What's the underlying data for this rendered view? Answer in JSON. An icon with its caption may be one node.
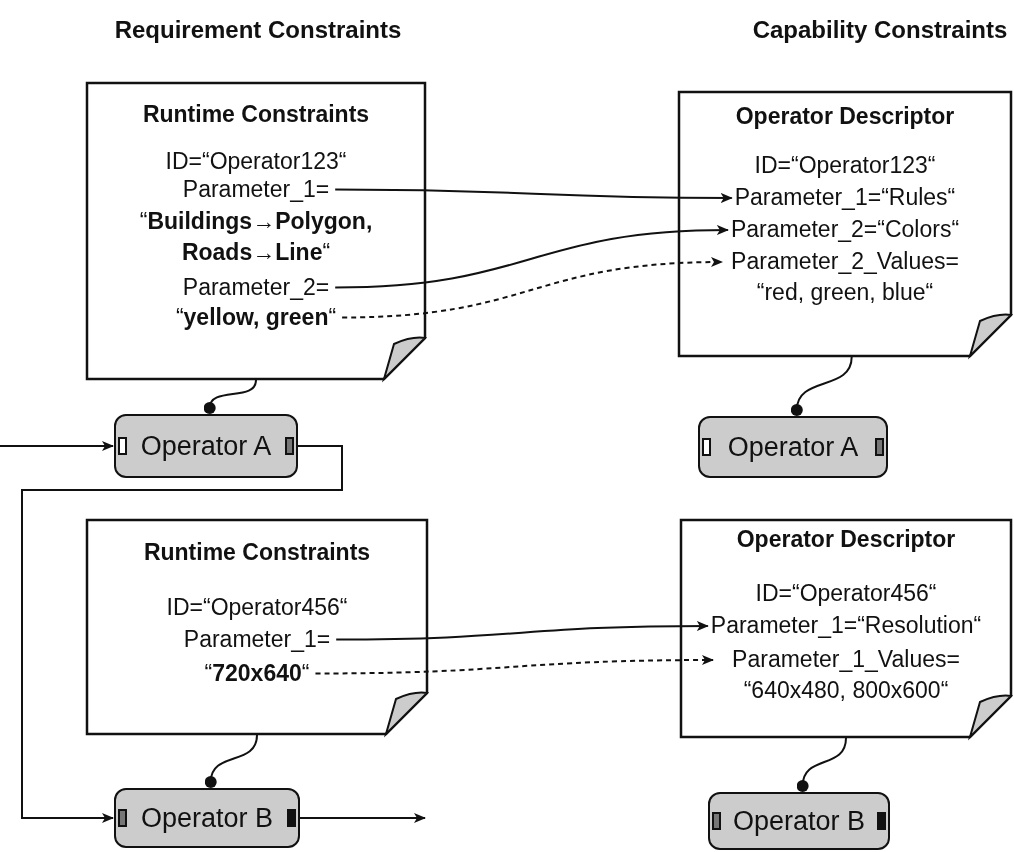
{
  "diagram": {
    "nodes": [
      {
        "text": [
          "Runtime Constraints",
          "ID=“Operator123“",
          "“**Buildings→Polygon, Roads→Line**“"
        ]
      },
      {
        "text": [
          "Parameter_1="
        ],
        "in": 0
      },
      {
        "text": [
          "Parameter_2="
        ],
        "in": 0
      },
      {
        "text": [
          "“**yellow, green**“"
        ],
        "in": 0
      },
      {
        "text": [
          "Operator A"
        ]
      },
      {
        "text": [
          "Operator Descriptor",
          "ID=“Operator123“"
        ]
      },
      {
        "text": [
          "Parameter_1=“Rules“"
        ],
        "in": 5
      },
      {
        "text": [
          "Parameter_2=“Colors“"
        ],
        "in": 5
      },
      {
        "text": [
          "Parameter_2_Values= “red, green, blue“"
        ],
        "in": 5
      },
      {
        "text": [
          "Operator A"
        ]
      },
      {
        "text": [
          "Runtime Constraints",
          "ID=“Operator456“"
        ]
      },
      {
        "text": [
          "Parameter_1="
        ],
        "in": 10
      },
      {
        "text": [
          "“**720x640**“"
        ],
        "in": 10
      },
      {
        "text": [
          "Operator B"
        ]
      },
      {
        "text": [
          "Operator Descriptor",
          "ID=“Operator456“"
        ]
      },
      {
        "text": [
          "Parameter_1=“Resolution“"
        ],
        "in": 14
      },
      {
        "text": [
          "Parameter_1_Values= “640x480, 800x600“"
        ],
        "in": 14
      },
      {
        "text": [
          "Operator B"
        ]
      }
    ],
    "edges": [
      {
        "from": 1,
        "to": 6,
        "arrow": "to"
      },
      {
        "from": 2,
        "to": 7,
        "arrow": "to"
      },
      {
        "from": 3,
        "to": 8,
        "arrow": "to",
        "style": "dashed"
      },
      {
        "from": 0,
        "to": 4,
        "arrow": "other"
      },
      {
        "from": 5,
        "to": 9,
        "arrow": "other"
      },
      {
        "from": null,
        "to": 4,
        "arrow": "to"
      },
      {
        "from": 4,
        "to": 13,
        "arrow": "to"
      },
      {
        "from": 11,
        "to": 15,
        "arrow": "to"
      },
      {
        "from": 12,
        "to": 16,
        "arrow": "to",
        "style": "dashed"
      },
      {
        "from": 10,
        "to": 13,
        "arrow": "other"
      },
      {
        "from": 14,
        "to": 17,
        "arrow": "other"
      },
      {
        "from": 13,
        "to": null,
        "arrow": "to"
      }
    ],
    "labels": [
      "Requirement Constraints",
      "Capability Constraints"
    ]
  }
}
